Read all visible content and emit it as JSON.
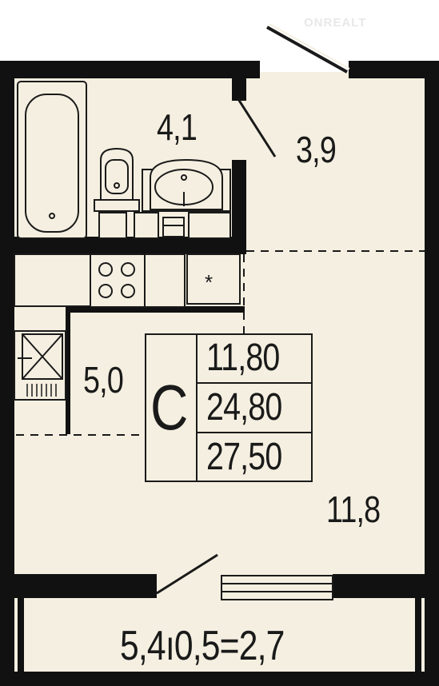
{
  "watermark": "ONREALT",
  "rooms": {
    "bathroom_area": "4,1",
    "hall_area": "3,9",
    "kitchen_area": "5,0",
    "living_area": "11,8"
  },
  "summary": {
    "type_letter": "C",
    "living_total": "11,80",
    "total_area": "24,80",
    "total_with_balcony": "27,50"
  },
  "balcony_formula": "5,4ı0,5=2,7",
  "colors": {
    "floor": "#f4efe0",
    "wall": "#111111",
    "line": "#1a1a1a"
  },
  "icons": [
    "bathtub-icon",
    "toilet-icon",
    "sink-icon",
    "stove-icon",
    "fridge-icon",
    "kitchen-sink-icon",
    "door-icon",
    "window-icon"
  ]
}
